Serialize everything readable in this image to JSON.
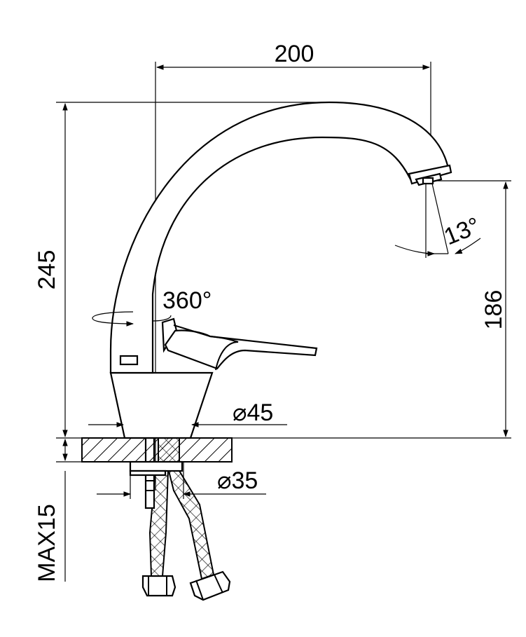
{
  "dimensions": {
    "spout_reach": "200",
    "total_height": "245",
    "outlet_height": "186",
    "swivel_angle": "360°",
    "outlet_angle": "13°",
    "base_diameter": "⌀45",
    "hole_diameter": "⌀35",
    "max_thickness": "MAX15"
  },
  "colors": {
    "line": "#000000",
    "background": "#ffffff"
  }
}
